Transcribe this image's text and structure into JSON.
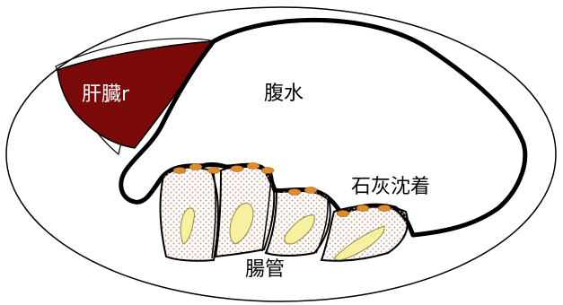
{
  "labels": {
    "liver": "肝臓r",
    "ascites": "腹水",
    "calcification": "石灰沈着",
    "bowel": "腸管"
  },
  "colors": {
    "liver_fill": "#7a0a0a",
    "stipple": "#c9a089",
    "calcification": "#e08a2a",
    "bowel_lumen": "#f7f0a0",
    "outline": "#000000",
    "background": "#ffffff"
  }
}
